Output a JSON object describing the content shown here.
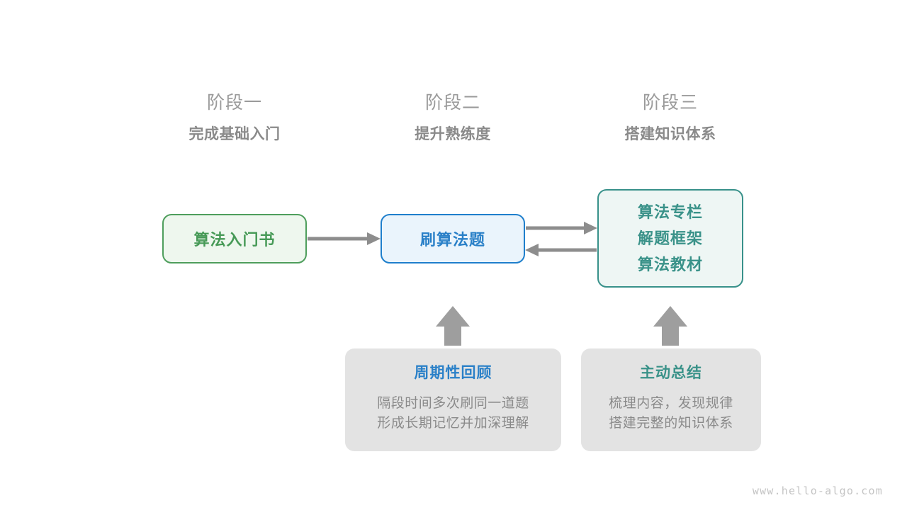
{
  "page": {
    "background": "#ffffff",
    "watermark": "www.hello-algo.com"
  },
  "colors": {
    "green": "#479a57",
    "green_bg": "#eef7ee",
    "green_border": "#4e9e5c",
    "blue": "#2a80c8",
    "blue_bg": "#eaf4fc",
    "blue_border": "#1f7fcc",
    "teal": "#3a9289",
    "teal_bg": "#eef6f4",
    "teal_border": "#38918a",
    "gray_text": "#8a8a8a",
    "gray_card": "#e3e3e3",
    "arrow_gray": "#8d8d8d"
  },
  "stages": [
    {
      "title": "阶段一",
      "subtitle": "完成基础入门"
    },
    {
      "title": "阶段二",
      "subtitle": "提升熟练度"
    },
    {
      "title": "阶段三",
      "subtitle": "搭建知识体系"
    }
  ],
  "nodes": {
    "book": {
      "label": "算法入门书"
    },
    "practice": {
      "label": "刷算法题"
    },
    "resources": {
      "lines": [
        "算法专栏",
        "解题框架",
        "算法教材"
      ]
    }
  },
  "cards": [
    {
      "title": "周期性回顾",
      "lines": [
        "隔段时间多次刷同一道题",
        "形成长期记忆并加深理解"
      ]
    },
    {
      "title": "主动总结",
      "lines": [
        "梳理内容，发现规律",
        "搭建完整的知识体系"
      ]
    }
  ],
  "arrows": [
    {
      "name": "book-to-practice",
      "direction": "right"
    },
    {
      "name": "practice-to-resources",
      "direction": "right"
    },
    {
      "name": "resources-to-practice",
      "direction": "left"
    },
    {
      "name": "review-to-practice",
      "direction": "up"
    },
    {
      "name": "summary-to-resources",
      "direction": "up"
    }
  ]
}
